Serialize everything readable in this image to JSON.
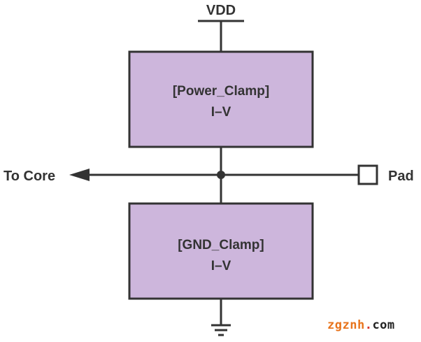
{
  "labels": {
    "supply": "VDD",
    "output": "To Core",
    "input": "Pad"
  },
  "blocks": {
    "power_clamp": {
      "name": "[Power_Clamp]",
      "curve": "I–V"
    },
    "gnd_clamp": {
      "name": "[GND_Clamp]",
      "curve": "I–V"
    }
  },
  "watermark": {
    "part1": "zgznh",
    "dot": ".",
    "part2": "com"
  },
  "colors": {
    "block_fill": "#cdb6dc",
    "line": "#333333",
    "watermark_orange": "#e8741c",
    "watermark_dot": "#d9342b",
    "watermark_dark": "#222222"
  }
}
